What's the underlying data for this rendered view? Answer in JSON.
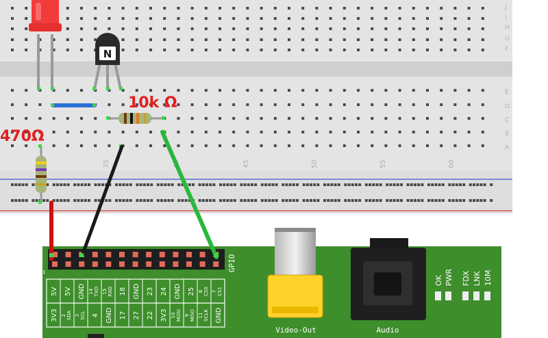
{
  "breadboard": {
    "row_labels_top": [
      "J",
      "I",
      "H",
      "G",
      "F"
    ],
    "row_labels_bottom": [
      "E",
      "D",
      "C",
      "B",
      "A"
    ],
    "column_numbers": [
      "35",
      "40",
      "45",
      "50",
      "55",
      "60"
    ]
  },
  "resistor_base_label": "10k Ω",
  "resistor_led_label": "470Ω",
  "transistor_symbol": "N",
  "pi": {
    "gpio_label": "GPIO",
    "pin1_marker": "1",
    "header_top": [
      "5V",
      "5V",
      "GND",
      "14 TXD",
      "15 RXD",
      "18",
      "GND",
      "23",
      "24",
      "GND",
      "25",
      "8 CS0",
      "7 CS1"
    ],
    "header_bottom": [
      "3V3",
      "2 SDA",
      "3 SCL",
      "4",
      "GND",
      "17",
      "27",
      "22",
      "3V3",
      "10 MOSI",
      "9 MISO",
      "11 SCLK",
      "GND"
    ],
    "video_label": "Video-Out",
    "audio_label": "Audio",
    "leds": [
      "OK",
      "PWR",
      "FDX",
      "LNK",
      "10M"
    ]
  },
  "colors": {
    "pcb": "#3e8e2c",
    "wire_red": "#d10f0f",
    "wire_black": "#1a1a1a",
    "wire_green": "#28b83b",
    "wire_blue": "#2a6fd6",
    "label_red": "#e02020",
    "led_red": "#f23b3b",
    "rca_yellow": "#ffd22a"
  }
}
